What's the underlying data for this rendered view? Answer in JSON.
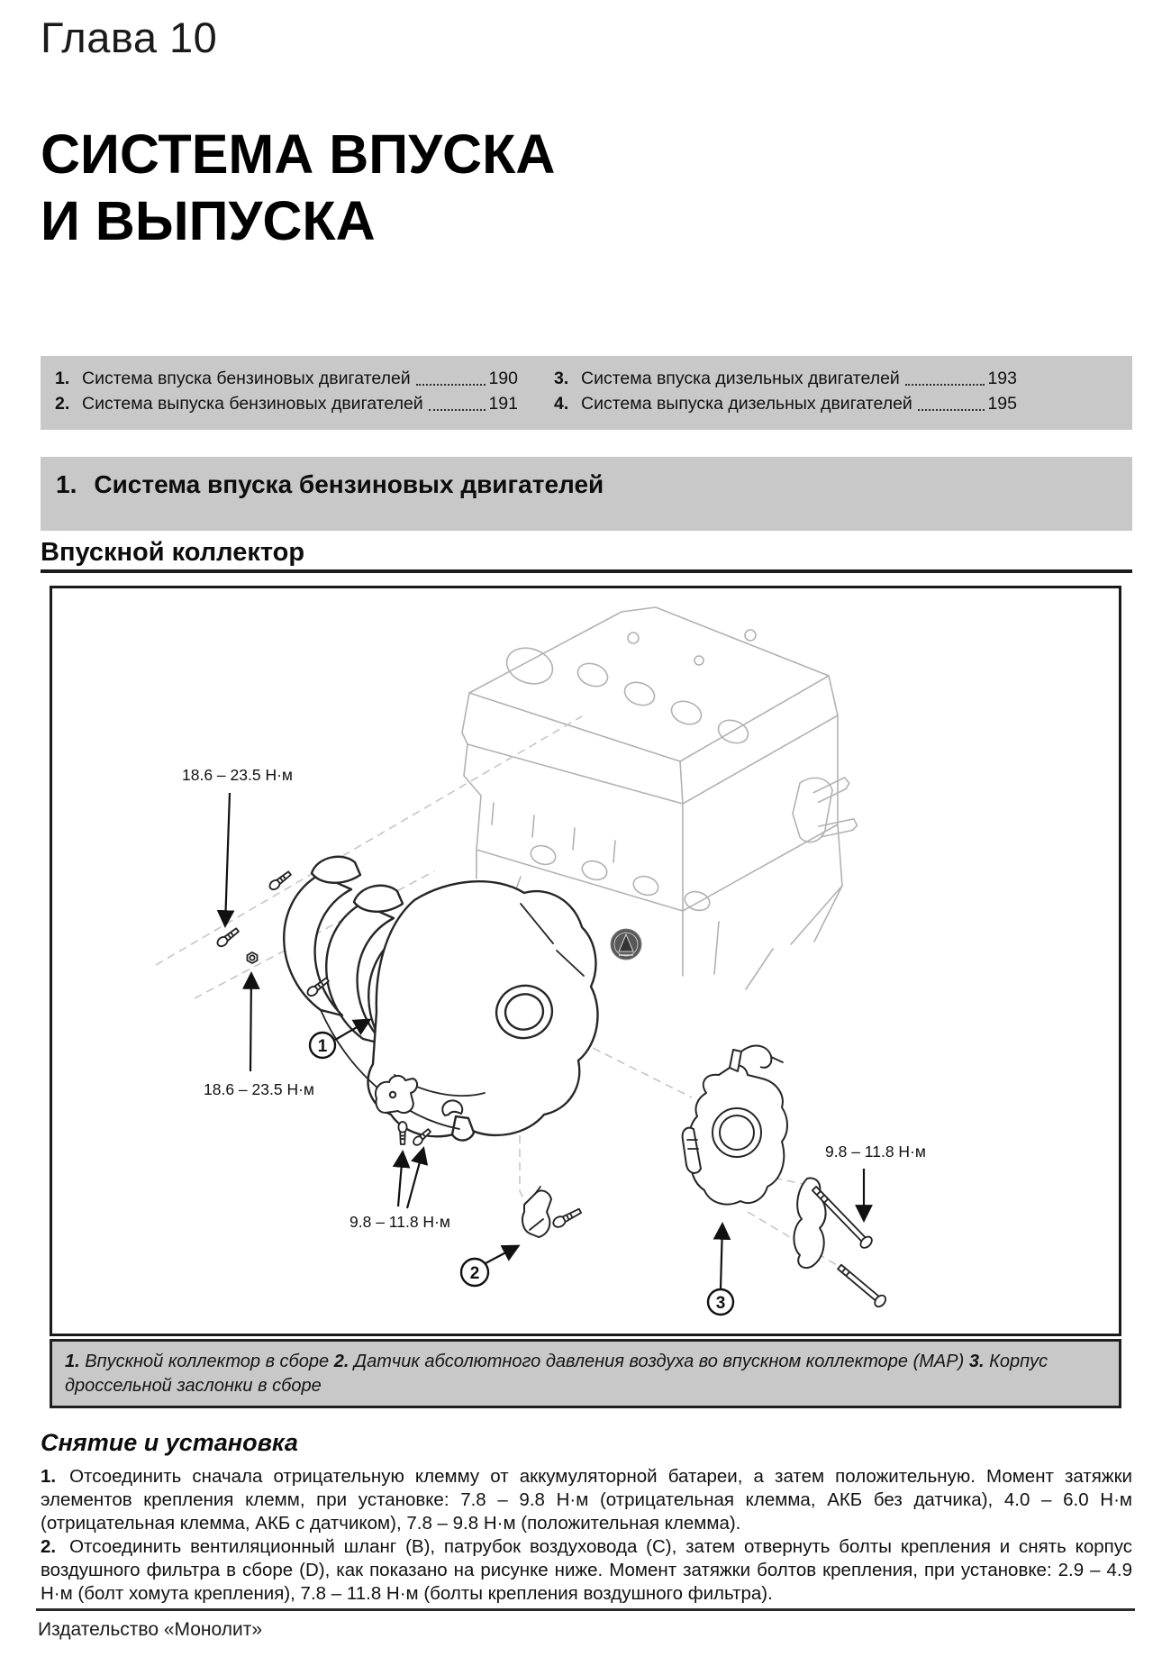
{
  "colors": {
    "bar_gray": "#c8c8c8",
    "ink": "#111111",
    "engine_line_gray": "#b2b2b2"
  },
  "header": {
    "chapter": "Глава 10",
    "title_line1": "СИСТЕМА ВПУСКА",
    "title_line2": "И ВЫПУСКА"
  },
  "toc": {
    "items": [
      {
        "num": "1.",
        "title": "Система впуска бензиновых двигателей",
        "page": "190"
      },
      {
        "num": "2.",
        "title": "Система выпуска бензиновых двигателей",
        "page": "191"
      },
      {
        "num": "3.",
        "title": "Система впуска дизельных двигателей",
        "page": "193"
      },
      {
        "num": "4.",
        "title": "Система выпуска дизельных двигателей",
        "page": "195"
      }
    ]
  },
  "section_bar": {
    "num": "1.",
    "title": "Система впуска бензиновых двигателей"
  },
  "subsection": {
    "title": "Впускной коллектор"
  },
  "figure": {
    "torque_labels": {
      "manifold_upper": "18.6 – 23.5 Н·м",
      "manifold_lower": "18.6 – 23.5 Н·м",
      "map_sensor_bolts": "9.8 – 11.8 Н·м",
      "throttle_body_bolts": "9.8 – 11.8 Н·м"
    },
    "callouts": [
      "1",
      "2",
      "3"
    ],
    "caption": [
      {
        "num": "1.",
        "text": "Впускной коллектор в сборе"
      },
      {
        "num": "2.",
        "text": "Датчик абсолютного давления воздуха во впускном коллекторе (MAP)"
      },
      {
        "num": "3.",
        "text": "Корпус дроссельной заслонки в сборе"
      }
    ]
  },
  "body": {
    "heading": "Снятие и установка",
    "paragraphs": [
      {
        "num": "1.",
        "text": "Отсоединить сначала отрицательную клемму от аккумуляторной батареи, а затем положительную. Момент затяжки элементов крепления клемм, при установке: 7.8 – 9.8 Н·м (отрицательная клемма, АКБ без датчика), 4.0 – 6.0 Н·м (отрицательная клемма, АКБ с датчиком), 7.8 – 9.8 Н·м (положительная клемма)."
      },
      {
        "num": "2.",
        "text": "Отсоединить вентиляционный шланг (B), патрубок воздуховода (C), затем отвернуть болты крепления и снять корпус воздушного фильтра в сборе (D), как показано на рисунке ниже. Момент затяжки болтов крепления, при установке: 2.9 – 4.9 Н·м (болт хомута крепления), 7.8 – 11.8 Н·м (болты крепления воздушного фильтра)."
      }
    ]
  },
  "footer": {
    "publisher": "Издательство «Монолит»"
  }
}
